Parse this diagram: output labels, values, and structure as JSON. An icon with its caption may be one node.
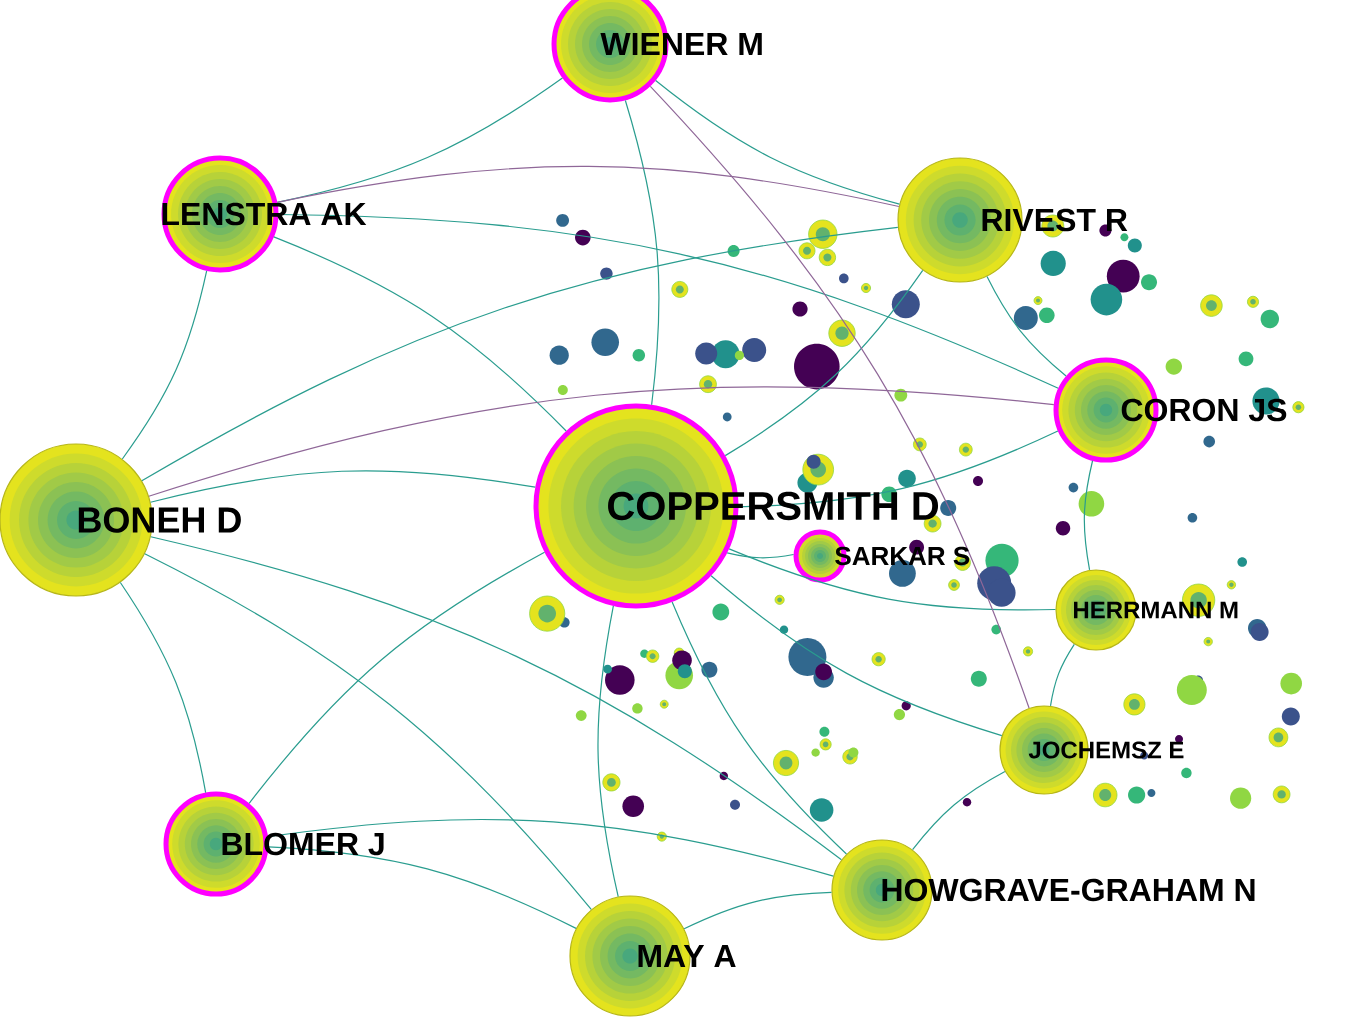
{
  "diagram": {
    "nodes": [
      {
        "text": [
          "WIENER M"
        ]
      },
      {
        "text": [
          "LENSTRA AK"
        ]
      },
      {
        "text": [
          "RIVEST R"
        ]
      },
      {
        "text": [
          "CORON JS"
        ]
      },
      {
        "text": [
          "BONEH D"
        ]
      },
      {
        "text": [
          "COPPERSMITH D"
        ]
      },
      {
        "text": [
          "SARKAR S"
        ]
      },
      {
        "text": [
          "HERRMANN M"
        ]
      },
      {
        "text": [
          "JOCHEMSZ E"
        ]
      },
      {
        "text": [
          "BLOMER J"
        ]
      },
      {
        "text": [
          "HOWGRAVE-GRAHAM N"
        ]
      },
      {
        "text": [
          "MAY A"
        ]
      }
    ],
    "edges": [
      {
        "from": 0,
        "to": 5,
        "arrow": "none"
      },
      {
        "from": 1,
        "to": 5,
        "arrow": "none"
      },
      {
        "from": 2,
        "to": 5,
        "arrow": "none"
      },
      {
        "from": 3,
        "to": 5,
        "arrow": "none"
      },
      {
        "from": 4,
        "to": 5,
        "arrow": "none"
      },
      {
        "from": 6,
        "to": 5,
        "arrow": "none"
      },
      {
        "from": 7,
        "to": 5,
        "arrow": "none"
      },
      {
        "from": 8,
        "to": 5,
        "arrow": "none"
      },
      {
        "from": 9,
        "to": 5,
        "arrow": "none"
      },
      {
        "from": 10,
        "to": 5,
        "arrow": "none"
      },
      {
        "from": 11,
        "to": 5,
        "arrow": "none"
      },
      {
        "from": 0,
        "to": 1,
        "arrow": "none"
      },
      {
        "from": 1,
        "to": 4,
        "arrow": "none"
      },
      {
        "from": 4,
        "to": 9,
        "arrow": "none"
      },
      {
        "from": 9,
        "to": 11,
        "arrow": "none"
      },
      {
        "from": 11,
        "to": 10,
        "arrow": "none"
      },
      {
        "from": 10,
        "to": 8,
        "arrow": "none"
      },
      {
        "from": 8,
        "to": 7,
        "arrow": "none"
      },
      {
        "from": 7,
        "to": 3,
        "arrow": "none"
      },
      {
        "from": 3,
        "to": 2,
        "arrow": "none"
      },
      {
        "from": 2,
        "to": 0,
        "arrow": "none"
      },
      {
        "from": 4,
        "to": 2,
        "arrow": "none"
      },
      {
        "from": 1,
        "to": 2,
        "arrow": "none",
        "color": "#8f6798"
      },
      {
        "from": 9,
        "to": 10,
        "arrow": "none"
      },
      {
        "from": 4,
        "to": 11,
        "arrow": "none"
      },
      {
        "from": 1,
        "to": 3,
        "arrow": "none"
      },
      {
        "from": 4,
        "to": 3,
        "arrow": "none",
        "color": "#8f6798"
      },
      {
        "from": 4,
        "to": 10,
        "arrow": "none"
      },
      {
        "from": 0,
        "to": 8,
        "arrow": "none",
        "color": "#8f6798"
      }
    ]
  }
}
